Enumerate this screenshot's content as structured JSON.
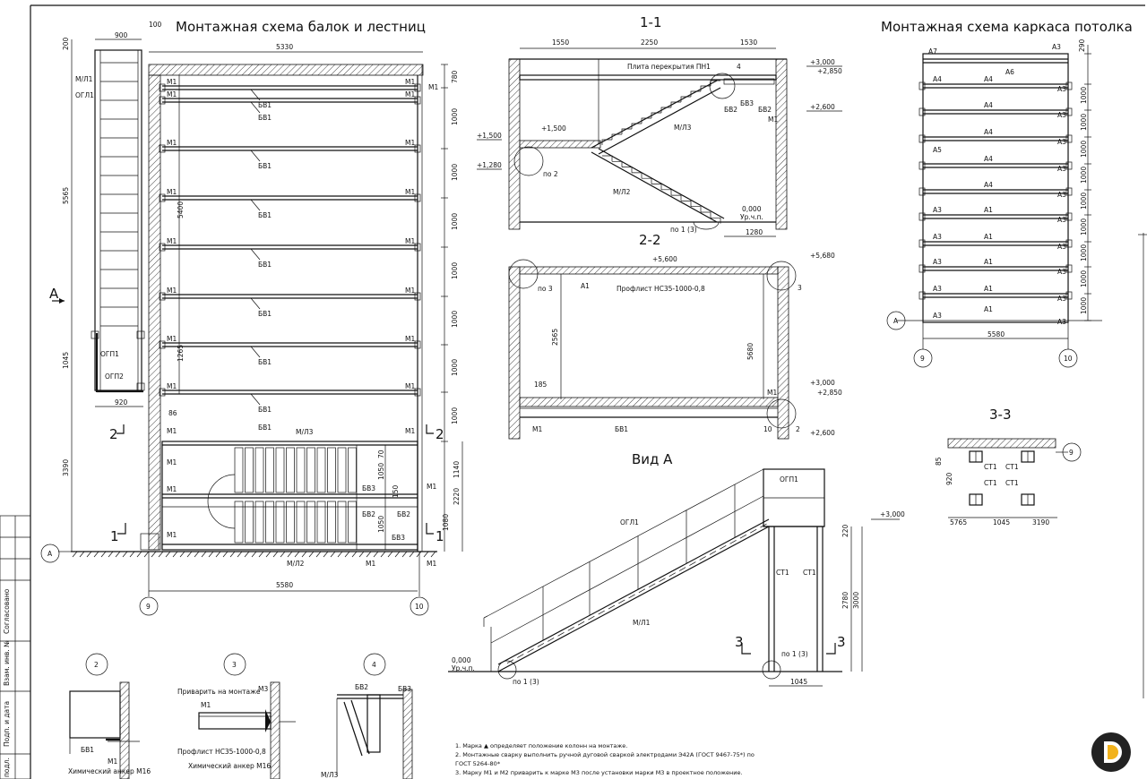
{
  "titles": {
    "beams_stairs": "Монтажная схема балок и лестниц",
    "ceiling_frame": "Монтажная схема каркаса потолка",
    "section_1_1": "1-1",
    "section_2_2": "2-2",
    "section_3_3": "3-3",
    "view_a": "Вид А"
  },
  "plan": {
    "dims": {
      "top_900": "900",
      "top_100": "100",
      "top_5330": "5330",
      "left_200": "200",
      "left_5565": "5565",
      "left_1045": "1045",
      "left_3390": "3390",
      "inner_5400": "5400",
      "inner_1265": "1265",
      "inner_920": "920",
      "inner_86": "86",
      "bottom_5580": "5580",
      "r_780": "780",
      "r_1000": "1000",
      "r_1140": "1140",
      "r_2220": "2220",
      "r_1080": "1080",
      "s_70": "70",
      "s_1050": "1050",
      "s_150": "150"
    },
    "labels": {
      "m1": "M1",
      "bv1": "БВ1",
      "bv2": "БВ2",
      "bv3": "БВ3",
      "ml1": "М/Л1",
      "ogl1": "ОГЛ1",
      "ml3": "М/Л3",
      "ml2": "М/Л2",
      "ogp1": "ОГП1",
      "ogp2": "ОГП2"
    },
    "axes": {
      "a": "A",
      "nine": "9",
      "ten": "10",
      "cut_a": "A",
      "cut_1": "1",
      "cut_2": "2"
    }
  },
  "sec11": {
    "dims": {
      "d1550": "1550",
      "d2250": "2250",
      "d1530": "1530",
      "d1280": "1280"
    },
    "levels": {
      "l3000": "+3,000",
      "l2850": "+2,850",
      "l2600": "+2,600",
      "l1500": "+1,500",
      "l1500b": "+1,500",
      "l1280": "+1,280",
      "l0000": "0,000",
      "l_ur": "Ур.ч.п."
    },
    "labels": {
      "plate": "Плита перекрытия ПН1",
      "bv3": "БВ3",
      "bv2a": "БВ2",
      "bv2b": "БВ2",
      "m1": "М1",
      "ml3": "М/Л3",
      "ml2": "М/Л2",
      "po2": "по 2",
      "po13": "по 1 (3)",
      "n4": "4"
    }
  },
  "sec22": {
    "levels": {
      "l5600": "+5,600",
      "l5680": "+5,680",
      "l3000": "+3,000",
      "l2850": "+2,850",
      "l2600": "+2,600"
    },
    "dims": {
      "d2565": "2565",
      "d5680": "5680",
      "d185": "185",
      "d10": "10"
    },
    "labels": {
      "po3": "по 3",
      "a1": "А1",
      "profile": "Профлист НС35-1000-0,8",
      "n3": "3",
      "m1a": "M1",
      "m1b": "М1",
      "bv1": "БВ1",
      "n2": "2"
    }
  },
  "viewa": {
    "labels": {
      "ogl1": "ОГЛ1",
      "ogp1": "ОГП1",
      "ml1": "М/Л1",
      "st1a": "СТ1",
      "st1b": "СТ1",
      "po13a": "по 1 (3)",
      "po13b": "по 1 (3)",
      "cut3a": "3",
      "cut3b": "3"
    },
    "levels": {
      "l3000": "+3,000",
      "l0000": "0,000",
      "l_ur": "Ур.ч.п."
    },
    "dims": {
      "d220": "220",
      "d2780": "2780",
      "d3000": "3000",
      "d1045": "1045"
    }
  },
  "ceiling": {
    "labels": {
      "a7": "А7",
      "a3": "А3",
      "a4": "А4",
      "a6": "А6",
      "a5": "А5",
      "a1": "А1"
    },
    "dims": {
      "d290": "290",
      "d1000": "1000",
      "d5580": "5580"
    },
    "axes": {
      "a": "A",
      "nine": "9",
      "ten": "10"
    }
  },
  "sec33": {
    "labels": {
      "st1": "СТ1"
    },
    "dims": {
      "d85": "85",
      "d920": "920",
      "d5765": "5765",
      "d1045": "1045",
      "d3190": "3190"
    },
    "axis9": "9"
  },
  "details": {
    "n2": "2",
    "n3": "3",
    "n4": "4",
    "weld": "Приварить на монтаже",
    "m3": "М3",
    "m1": "М1",
    "profile": "Профлист НС35-1000-0,8",
    "anchor": "Химический анкер М16",
    "bv1": "БВ1",
    "bv2": "БВ2",
    "bv3": "БВ3",
    "ml3": "М/Л3"
  },
  "notes": [
    "1.  Марка ▲ определяет положение колонн на монтаже.",
    "2.  Монтажные сварку выполнить ручной дуговой сваркой электродами Э42А (ГОСТ 9467-75*) по",
    "ГОСТ 5264-80*",
    "3.  Марку М1 и М2 приварить к марке М3 после установки марки М3 в проектное положение."
  ],
  "stamp": {
    "agreed": "Согласовано",
    "inv": "Взам. инв. №",
    "sign": "Подп. и дата",
    "podl": "подл."
  }
}
